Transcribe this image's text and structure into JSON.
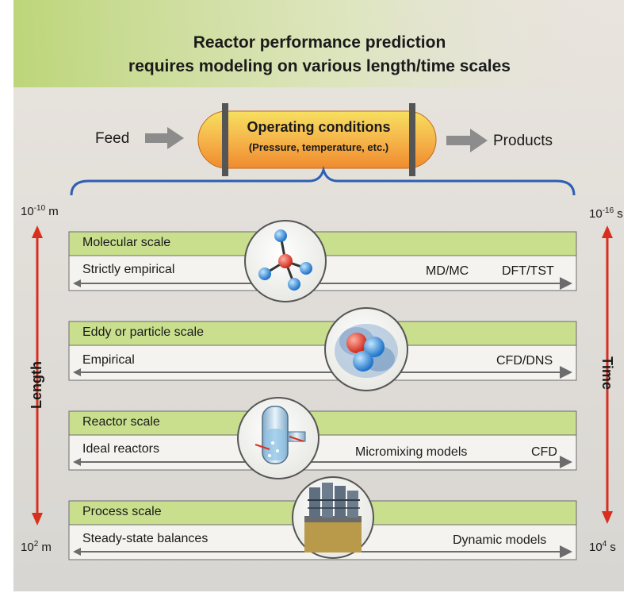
{
  "title": {
    "line1": "Reactor performance prediction",
    "line2": "requires modeling on various length/time scales"
  },
  "process": {
    "feed": "Feed",
    "vessel_title": "Operating conditions",
    "vessel_subtitle": "(Pressure, temperature, etc.)",
    "products": "Products"
  },
  "length_axis": {
    "label": "Length",
    "top_base": "10",
    "top_exp": "-10",
    "top_unit": " m",
    "bottom_base": "10",
    "bottom_exp": "2",
    "bottom_unit": " m"
  },
  "time_axis": {
    "label": "Time",
    "top_base": "10",
    "top_exp": "-16",
    "top_unit": " s",
    "bottom_base": "10",
    "bottom_exp": "4",
    "bottom_unit": " s"
  },
  "scales": [
    {
      "title": "Molecular scale",
      "left_label": "Strictly empirical",
      "right_labels": [
        "MD/MC",
        "DFT/TST"
      ],
      "icon": "molecule-icon"
    },
    {
      "title": "Eddy or particle scale",
      "left_label": "Empirical",
      "right_labels": [
        "CFD/DNS"
      ],
      "icon": "particle-cluster-icon"
    },
    {
      "title": "Reactor scale",
      "left_label": "Ideal reactors",
      "right_labels": [
        "Micromixing models",
        "CFD"
      ],
      "icon": "reactor-vessel-icon"
    },
    {
      "title": "Process scale",
      "left_label": "Steady-state balances",
      "right_labels": [
        "Dynamic models"
      ],
      "icon": "process-plant-icon"
    }
  ],
  "colors": {
    "band_green": "#c9df8e",
    "band_lower": "#f4f3f0",
    "arrow_red": "#d8301f",
    "brace_blue": "#2d5fb3",
    "vessel_orange": "#f08a2e",
    "vessel_yellow": "#f7e060"
  }
}
